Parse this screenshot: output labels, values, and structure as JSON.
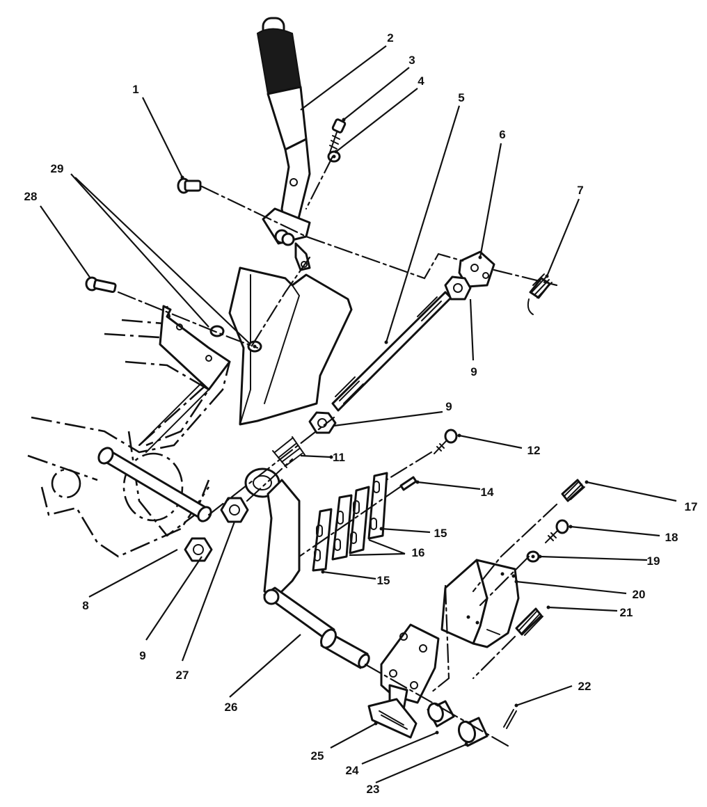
{
  "diagram": {
    "type": "exploded-parts-view",
    "callouts": [
      {
        "id": "c1",
        "label": "1"
      },
      {
        "id": "c2",
        "label": "2"
      },
      {
        "id": "c3",
        "label": "3"
      },
      {
        "id": "c4",
        "label": "4"
      },
      {
        "id": "c5",
        "label": "5"
      },
      {
        "id": "c6",
        "label": "6"
      },
      {
        "id": "c7",
        "label": "7"
      },
      {
        "id": "c8",
        "label": "8"
      },
      {
        "id": "c9a",
        "label": "9"
      },
      {
        "id": "c9b",
        "label": "9"
      },
      {
        "id": "c9c",
        "label": "9"
      },
      {
        "id": "c11",
        "label": "11"
      },
      {
        "id": "c12",
        "label": "12"
      },
      {
        "id": "c14",
        "label": "14"
      },
      {
        "id": "c15a",
        "label": "15"
      },
      {
        "id": "c15b",
        "label": "15"
      },
      {
        "id": "c16",
        "label": "16"
      },
      {
        "id": "c17",
        "label": "17"
      },
      {
        "id": "c18",
        "label": "18"
      },
      {
        "id": "c19",
        "label": "19"
      },
      {
        "id": "c20",
        "label": "20"
      },
      {
        "id": "c21",
        "label": "21"
      },
      {
        "id": "c22",
        "label": "22"
      },
      {
        "id": "c23",
        "label": "23"
      },
      {
        "id": "c24",
        "label": "24"
      },
      {
        "id": "c25",
        "label": "25"
      },
      {
        "id": "c26",
        "label": "26"
      },
      {
        "id": "c27",
        "label": "27"
      },
      {
        "id": "c28",
        "label": "28"
      },
      {
        "id": "c29",
        "label": "29"
      }
    ]
  }
}
